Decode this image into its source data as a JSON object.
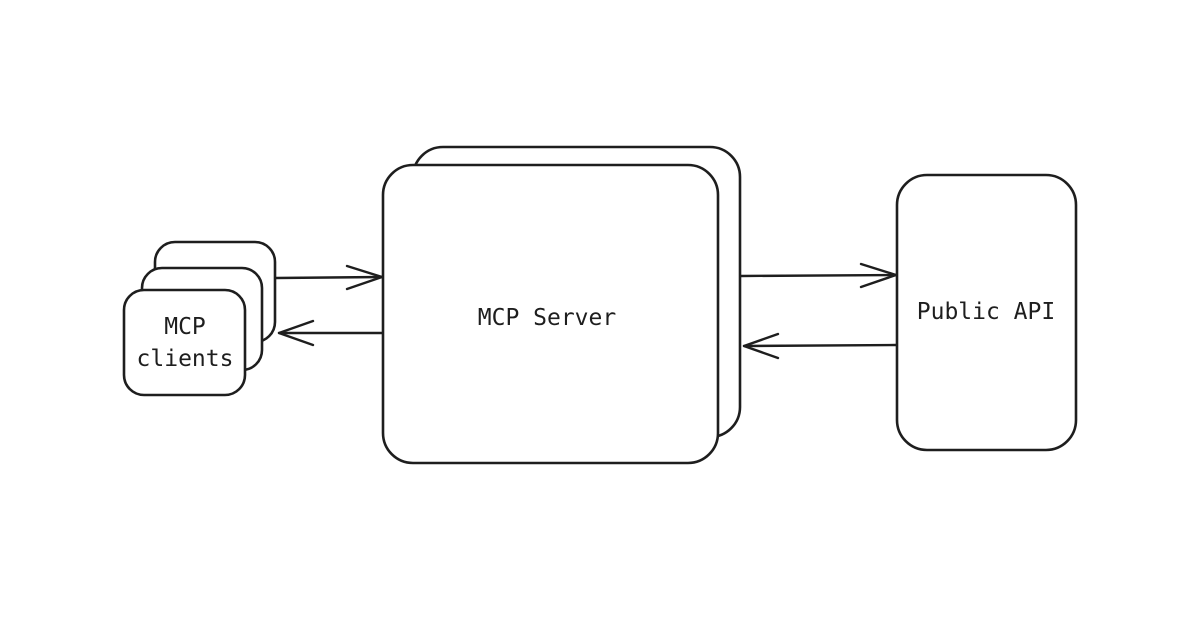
{
  "diagram": {
    "nodes": {
      "clients": {
        "label_line1": "MCP",
        "label_line2": "clients",
        "stacked": true
      },
      "server": {
        "label": "MCP Server",
        "stacked": true
      },
      "api": {
        "label": "Public API"
      }
    },
    "edges": [
      {
        "from": "clients",
        "to": "server"
      },
      {
        "from": "server",
        "to": "clients"
      },
      {
        "from": "server",
        "to": "api"
      },
      {
        "from": "api",
        "to": "server"
      }
    ],
    "colors": {
      "stroke": "#1e1e1e",
      "background": "#ffffff"
    }
  }
}
